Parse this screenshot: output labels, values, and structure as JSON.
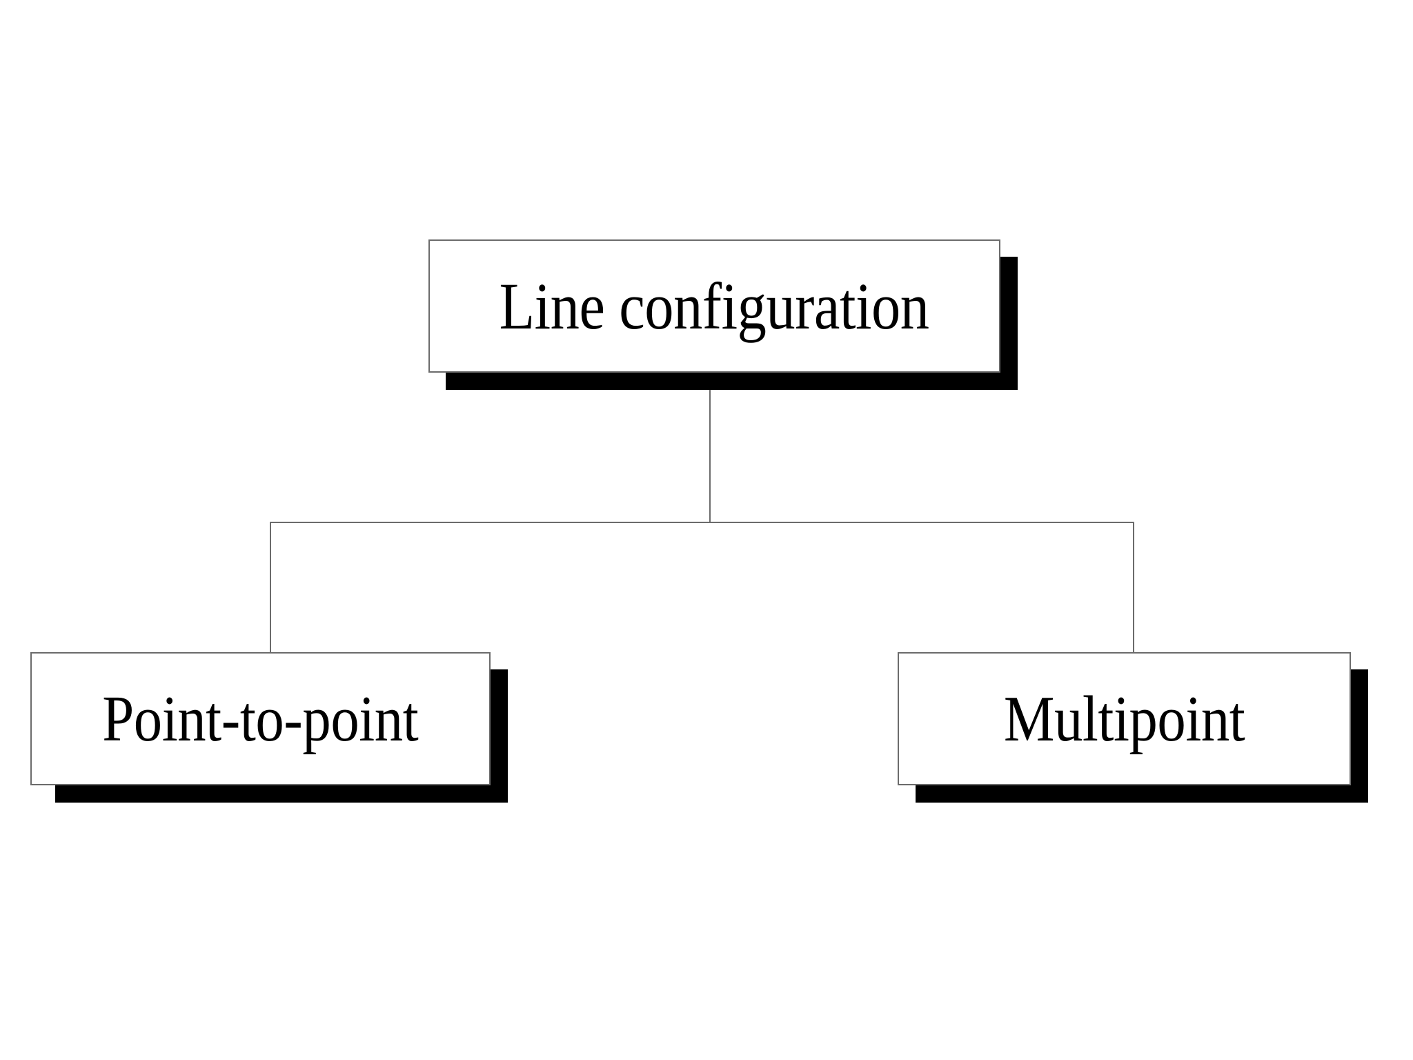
{
  "diagram": {
    "type": "tree",
    "orientation": "top-down",
    "background_color": "#ffffff",
    "box_fill_color": "#ffffff",
    "box_border_color": "#6b6b6b",
    "shadow_color": "#000000",
    "connector_color": "#6b6b6b",
    "text_color": "#000000",
    "nodes": [
      {
        "id": "root",
        "label": "Line configuration",
        "level": 0
      },
      {
        "id": "left",
        "label": "Point-to-point",
        "level": 1
      },
      {
        "id": "right",
        "label": "Multipoint",
        "level": 1
      }
    ],
    "edges": [
      {
        "from": "root",
        "to": "left"
      },
      {
        "from": "root",
        "to": "right"
      }
    ]
  }
}
